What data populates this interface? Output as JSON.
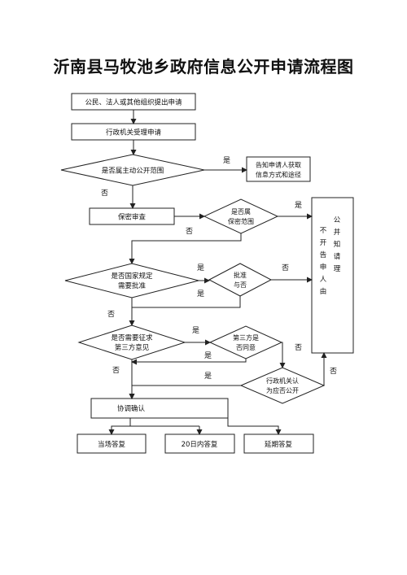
{
  "title": "沂南县马牧池乡政府信息公开申请流程图",
  "nodes": {
    "apply": "公民、法人或其他组织提出申请",
    "accept": "行政机关受理申请",
    "scope_line1": "是否属主动公开范围",
    "inform_line1": "告知申请人获取",
    "inform_line2": "信息方式和途径",
    "secrecy_review": "保密审查",
    "is_secret_line1": "是否属",
    "is_secret_line2": "保密范围",
    "national_line1": "是否国家规定",
    "national_line2": "需要批准",
    "approve_line1": "批准",
    "approve_line2": "与否",
    "third_party_need_line1": "是否需要征求",
    "third_party_need_line2": "第三方意见",
    "third_party_agree_line1": "第三方是",
    "third_party_agree_line2": "否同意",
    "agency_decide_line1": "行政机关认",
    "agency_decide_line2": "为应否公开",
    "coordinate": "协调确认",
    "reply_onsite": "当场答复",
    "reply_20days": "20日内答复",
    "reply_extend": "延期答复",
    "no_disclose_col1": [
      "不",
      "开",
      "告",
      "申",
      "人",
      "由"
    ],
    "no_disclose_col2": [
      "公",
      "并",
      "知",
      "请",
      "理"
    ]
  },
  "edge_labels": {
    "yes": "是",
    "no": "否"
  }
}
